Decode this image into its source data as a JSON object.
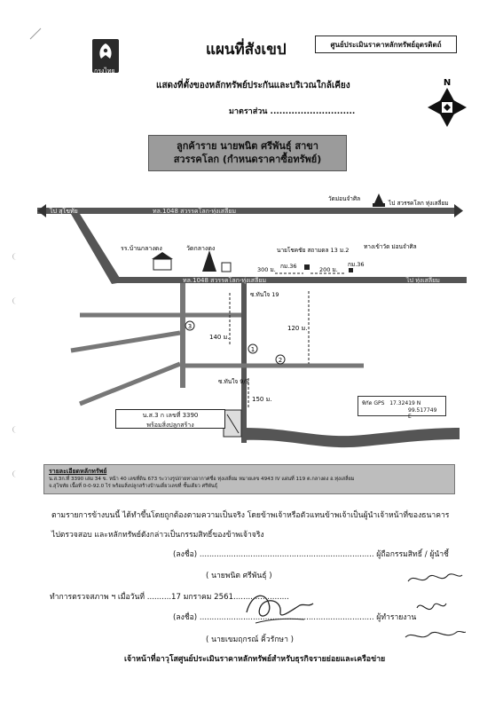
{
  "header": {
    "bank_label": "กรุงไทย",
    "title": "แผนที่สังเขป",
    "center_name": "ศูนย์ประเมินราคาหลักทรัพย์อุตรดิตถ์",
    "subtitle": "แสดงที่ตั้งของหลักทรัพย์ประกันและบริเวณใกล้เคียง",
    "scale": "มาตราส่วน ............................",
    "north": "N"
  },
  "banner": {
    "line1": "ลูกค้าราย นายพนิต ศรีพันธุ์ สาขา",
    "line2": "สวรรคโลก (กำหนดราคาซื้อทรัพย์)"
  },
  "map": {
    "road_top_left": "ไป สุโขทัย",
    "road_top_mid": "ทล.1048 สวรรคโลก-ทุ่งเสลี่ยม",
    "road_top_right": "ไป สวรรคโลก ทุ่งเสลี่ยม",
    "wat_mon_chamsin": "วัดม่อนจำศิล",
    "wat_mon_to": "ทางเข้าวัด ม่อนจำศิล",
    "school": "รร.บ้านกลางดง",
    "wat_klang_dong": "วัดกลางดง",
    "house_owner": "นายโชคชัย สถามดล 13 ม.2",
    "km36_a": "กม.36",
    "km36_b": "กม.36",
    "dist_300": "300 ม.",
    "dist_200": "200 ม.",
    "road_mid": "ทล.1048 สวรรคโลก-ทุ่งเสลี่ยม",
    "road_mid_right": "ไป ทุ่งเสลี่ยม",
    "soi_1": "ซ.ทันใจ 19",
    "soi_2": "ซ.ทันใจ 9/5",
    "dist_140": "140 ม.",
    "dist_120": "120 ม.",
    "dist_150": "150 ม.",
    "marker_1": "1",
    "marker_2": "2",
    "marker_3": "3"
  },
  "gps": {
    "label": "พิกัด GPS",
    "lat": "17.32419 N",
    "lon": "99.517749 E"
  },
  "plot": {
    "line1": "น.ส.3 ก เลขที่ 3390",
    "line2": "พร้อมสิ่งปลูกสร้าง"
  },
  "details": {
    "title": "รายละเอียดหลักทรัพย์",
    "line1": "น.ส.3ก.ที่ 3390 เล่ม 34 ข. หน้า 40 เลขที่ดิน 673 ระวางรูปถ่ายทางอากาศชื่อ ทุ่งเสลี่ยม หมายเลข 4943 IV แผ่นที่ 119 ต.กลางดง อ.ทุ่งเสลี่ยม",
    "line2": "จ.สุโขทัย เนื้อที่ 0-0-92.0 ไร่ พร้อมสิ่งปลูกสร้างบ้านเดี่ยวเลขที่ ชั้นเดียว ศรีพันธุ์"
  },
  "statement": {
    "line1": "ตามรายการข้างบนนี้ ได้ทำขึ้นโดยถูกต้องตามความเป็นจริง โดยข้าพเจ้าหรือตัวแทนข้าพเจ้าเป็นผู้นำเจ้าหน้าที่ของธนาคาร",
    "line2": "ไปตรวจสอบ และหลักทรัพย์ดังกล่าวเป็นกรรมสิทธิ์ของข้าพเจ้าจริง"
  },
  "signatures": {
    "owner_sign": "(ลงชื่อ) ........................................................................ ผู้ถือกรรมสิทธิ์ / ผู้นำชี้",
    "owner_name": "( นายพนิต ศรีพันธุ์ )",
    "inspect_date": "ทำการตรวจสภาพ ฯ เมื่อวันที่ ..........17 มกราคม 2561.......................",
    "reporter_sign": "(ลงชื่อ) ........................................................................ ผู้ทำรายงาน",
    "reporter_name": "( นายเขมฤกรณ์ คิ้วรักษา )",
    "footer": "เจ้าหน้าที่อาวุโสศูนย์ประเมินราคาหลักทรัพย์สำหรับธุรกิจรายย่อยและเครือข่าย"
  }
}
